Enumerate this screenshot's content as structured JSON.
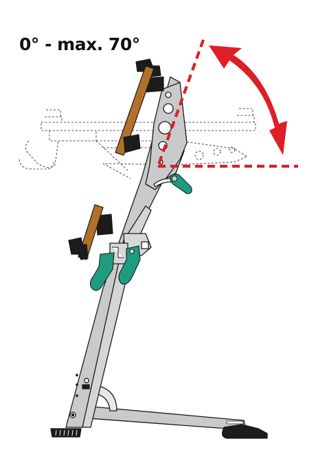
{
  "diagram": {
    "title": "0° - max. 70°",
    "tilt_range_degrees": [
      0,
      70
    ],
    "colors": {
      "frame": "#c9cacc",
      "frame_stroke": "#1a1a1a",
      "wood": "#b1712b",
      "clamp_black": "#1c1c1c",
      "lever_green": "#1e9c80",
      "angle_red": "#dd1f26",
      "ghost_outline": "#555555"
    },
    "icons": [
      "tilt-arrow-icon",
      "wood-clamp-board-icon",
      "green-lever-icon"
    ]
  }
}
